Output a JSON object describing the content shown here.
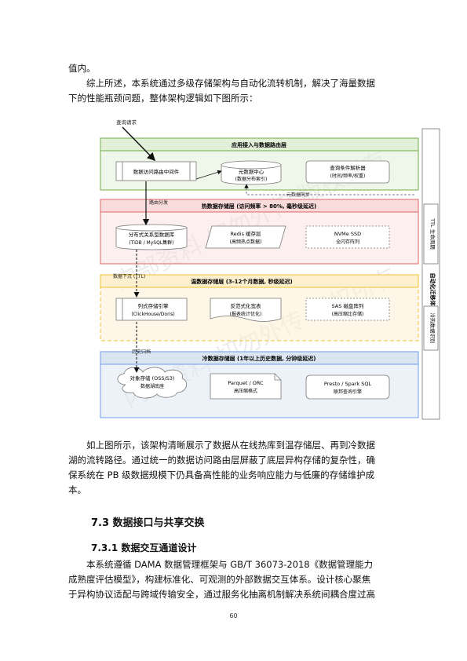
{
  "page": {
    "p1": "值内。",
    "p2_lines": [
      "　　综上所述，本系统通过多级存储架构与自动化流转机制，解决了海量数据",
      "下的性能瓶颈问题，整体架构逻辑如下图所示："
    ],
    "p3_lines": [
      "　　如上图所示，该架构清晰展示了数据从在线热库到温存储层、再到冷数据",
      "湖的流转路径。通过统一的数据访问路由层屏蔽了底层异构存储的复杂性，确",
      "保系统在 PB 级数据规模下仍具备高性能的业务响应能力与低廉的存储维护成",
      "本。"
    ],
    "h2": "7.3  数据接口与共享交换",
    "h3": "7.3.1  数据交互通道设计",
    "p4_lines": [
      "　　本系统遵循 DAMA 数据管理框架与 GB/T 36073-2018《数据管理能力",
      "成熟度评估模型》，构建标准化、可观测的外部数据交互体系。设计核心聚焦",
      "于异构协议适配与跨域传输安全，通过服务化抽离机制解决系统间耦合度过高"
    ],
    "page_number": "60"
  },
  "diagram": {
    "query_label": "查询请求",
    "layers": {
      "app": {
        "title": "应用接入与数据路由层",
        "fill": "#e2efd9",
        "stroke": "#70ad47",
        "nodes": [
          "数据访问路由中间件",
          "元数据中心",
          "(数据分布索引)",
          "查询条件解析器",
          "(时间/频率/权重)"
        ]
      },
      "hot": {
        "title": "热数据存储层 (访问频率 > 80%, 毫秒级延迟)",
        "fill": "#f9dbdb",
        "stroke": "#e06666",
        "nodes": [
          "分布式关系型数据库",
          "(TiDB / MySQL集群)",
          "Redis 缓存层",
          "(高频热点数据)",
          "NVMe SSD",
          "全闪存阵列"
        ]
      },
      "warm": {
        "title": "温数据存储层 (3-12个月数据, 秒级延迟)",
        "fill": "#fdf0cf",
        "stroke": "#f1c232",
        "nodes": [
          "列式存储引擎",
          "(ClickHouse/Doris)",
          "反范式化宽表",
          "(报表统计优化)",
          "SAS 磁盘阵列",
          "(高压缩比存储)"
        ]
      },
      "cold": {
        "title": "冷数据存储层 (1年以上历史数据, 分钟级延迟)",
        "fill": "#dce6f2",
        "stroke": "#6d9eeb",
        "nodes": [
          "对象存储 (OSS/S3)",
          "数据湖底座",
          "Parquet / ORC",
          "高压缩格式",
          "Presto / Spark SQL",
          "联邦查询引擎"
        ]
      }
    },
    "flows": {
      "meta_sync": "元数据同步",
      "route": "路由分发",
      "sink": "数据下沉 (TTL)",
      "archive": "历史归档"
    },
    "side": {
      "top": "TTL 生命周期",
      "middle": "自动化迁移体系",
      "bottom": "冷热数据识别"
    },
    "watermark": "内部资料 切勿外传 版权所有"
  }
}
